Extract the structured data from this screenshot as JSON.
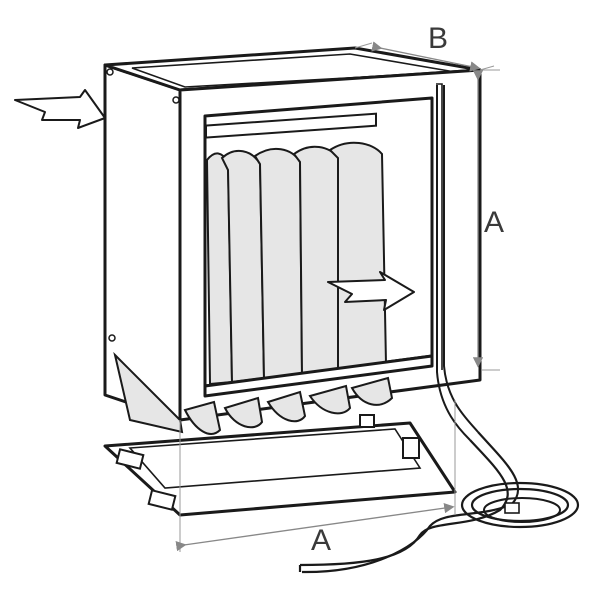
{
  "diagram": {
    "labels": {
      "depth": "B",
      "height": "A",
      "width": "A"
    }
  }
}
